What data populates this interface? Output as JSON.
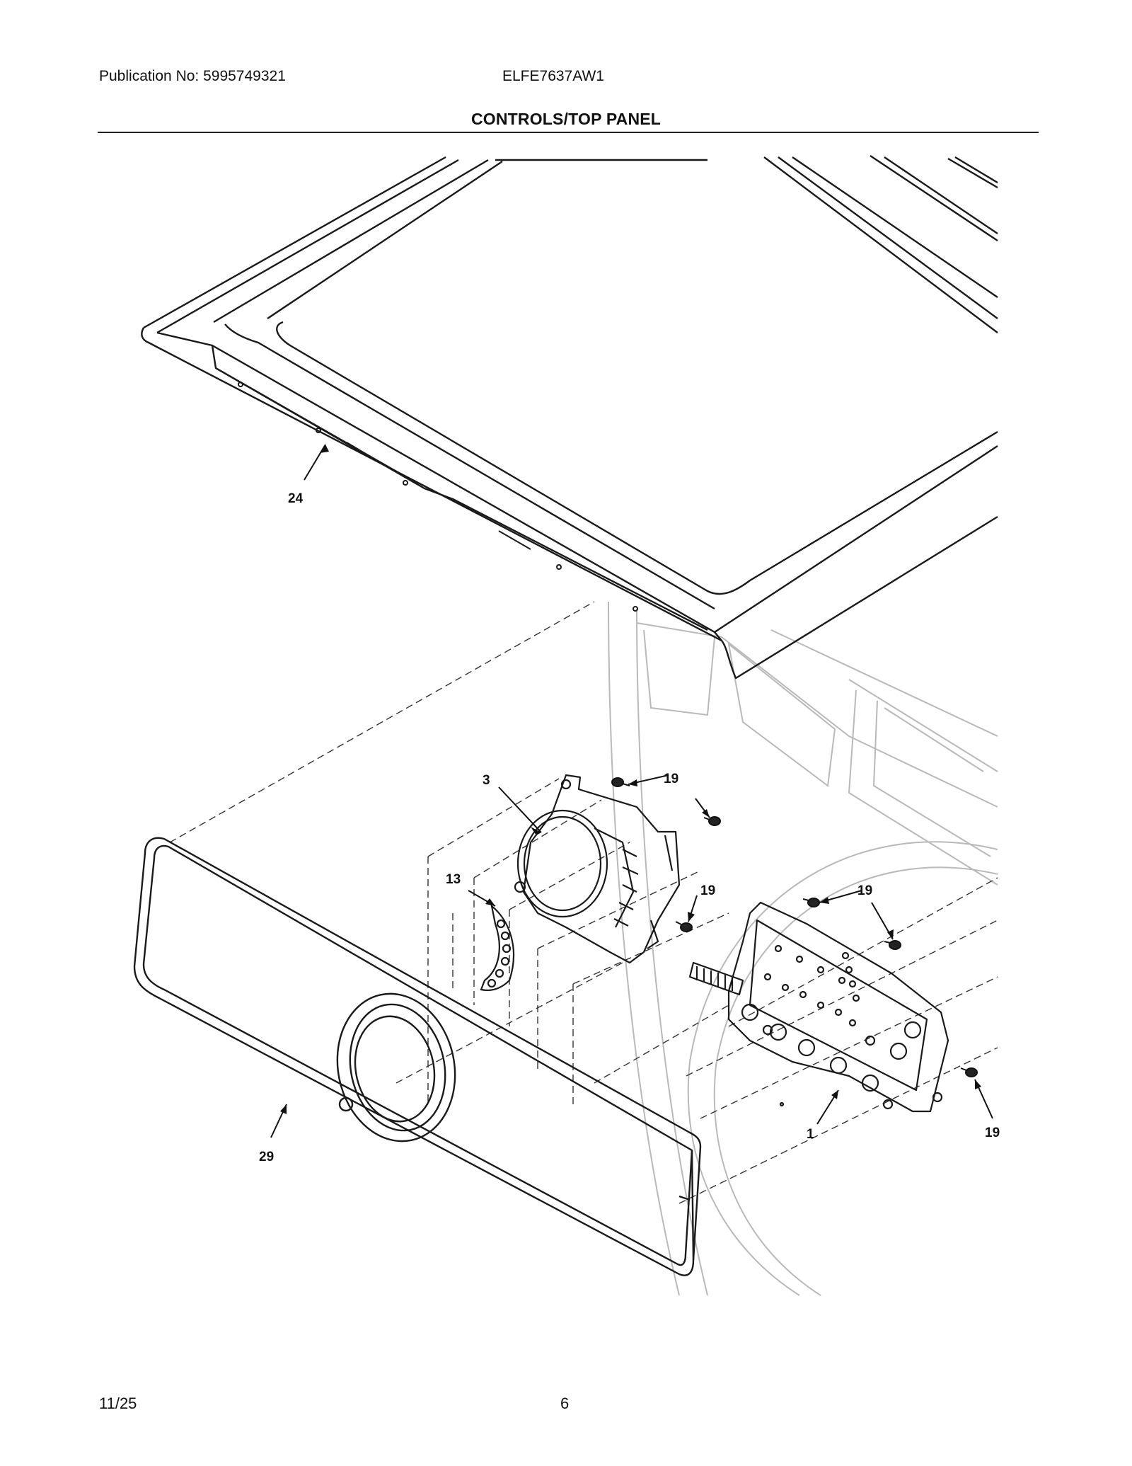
{
  "header": {
    "publication": "Publication No: 5995749321",
    "model": "ELFE7637AW1",
    "section_title": "CONTROLS/TOP PANEL"
  },
  "callouts": {
    "top_panel": "24",
    "knob_housing": "3",
    "screw_a": "19",
    "screw_b": "19",
    "screw_c": "19",
    "screw_d": "19",
    "light_guide": "13",
    "control_board": "1",
    "console": "29"
  },
  "footer": {
    "date": "11/25",
    "page_number": "6"
  }
}
